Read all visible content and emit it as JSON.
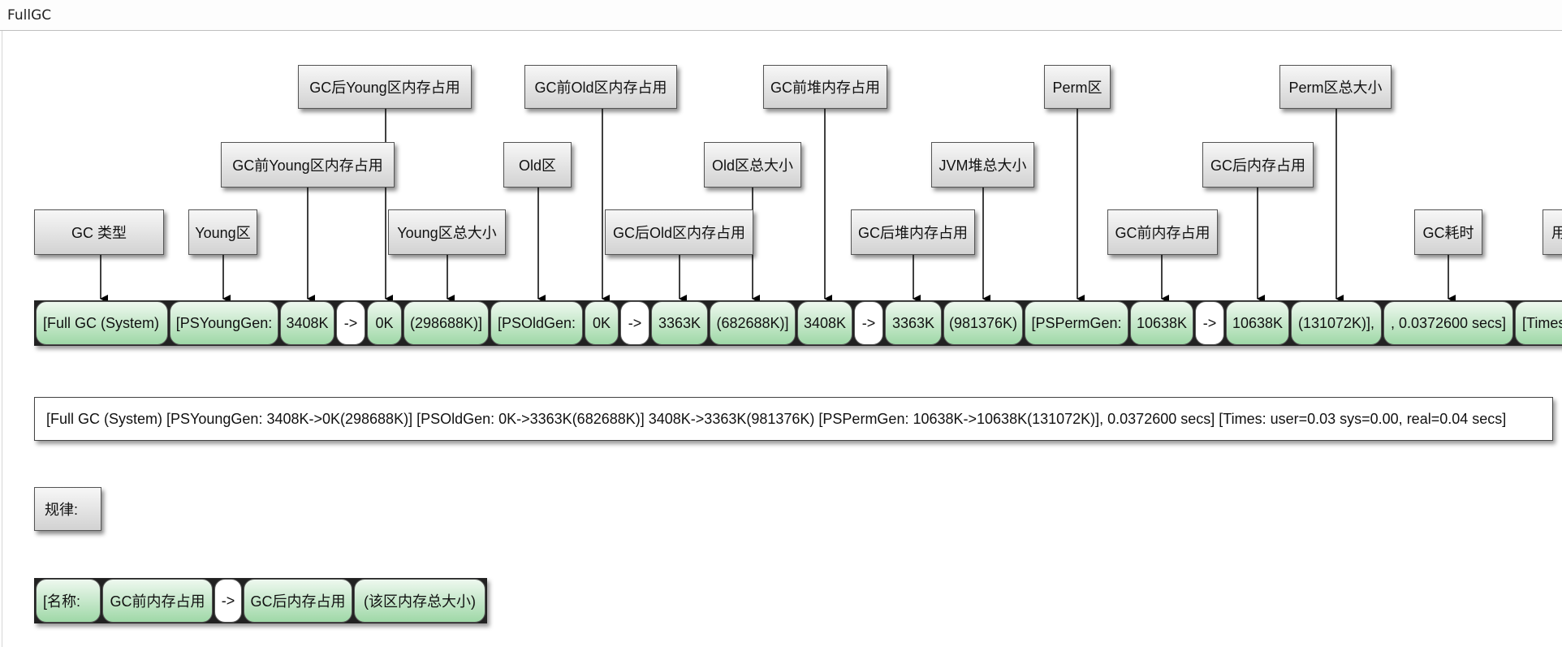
{
  "window": {
    "title": "FullGC"
  },
  "labels": [
    "GC 类型",
    "Young区",
    "GC前Young区内存占用",
    "GC后Young区内存占用",
    "Young区总大小",
    "Old区",
    "GC前Old区内存占用",
    "GC后Old区内存占用",
    "Old区总大小",
    "GC前堆内存占用",
    "GC后堆内存占用",
    "JVM堆总大小",
    "Perm区",
    "GC前内存占用",
    "GC后内存占用",
    "Perm区总大小",
    "GC耗时",
    "用"
  ],
  "segments": [
    "[Full GC (System)",
    "[PSYoungGen:",
    "3408K",
    "->",
    "0K",
    "(298688K)]",
    "[PSOldGen:",
    "0K",
    "->",
    "3363K",
    "(682688K)]",
    "3408K",
    "->",
    "3363K",
    "(981376K)",
    "[PSPermGen:",
    "10638K",
    "->",
    "10638K",
    "(131072K)],",
    ", 0.0372600 secs]",
    "[Times"
  ],
  "log_line": "[Full GC (System) [PSYoungGen: 3408K->0K(298688K)] [PSOldGen: 0K->3363K(682688K)] 3408K->3363K(981376K) [PSPermGen: 10638K->10638K(131072K)], 0.0372600 secs] [Times: user=0.03 sys=0.00, real=0.04 secs]",
  "rule": {
    "label": "规律:"
  },
  "pattern_segments": [
    "[名称:",
    "GC前内存占用",
    "->",
    "GC后内存占用",
    "(该区内存总大小)"
  ],
  "colors": {
    "segment_fill": "#9fd8a7",
    "label_fill": "#d2d2d2",
    "line": "#000000"
  }
}
